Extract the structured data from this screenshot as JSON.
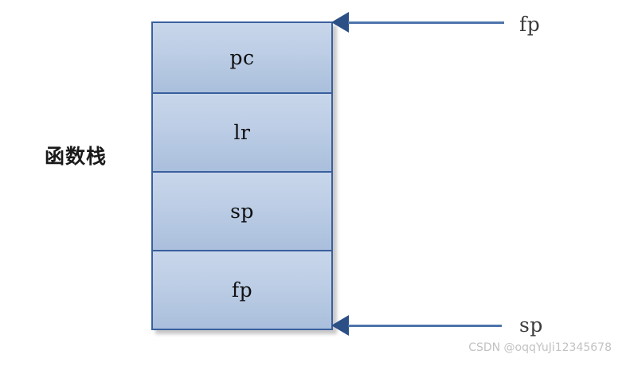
{
  "diagram": {
    "title_label": "函数栈",
    "stack": {
      "cells": [
        {
          "label": "pc"
        },
        {
          "label": "lr"
        },
        {
          "label": "sp"
        },
        {
          "label": "fp"
        }
      ]
    },
    "pointers": [
      {
        "name": "frame-pointer",
        "label": "fp",
        "direction": "left",
        "target": "top-of-stack"
      },
      {
        "name": "stack-pointer",
        "label": "sp",
        "direction": "left",
        "target": "bottom-of-stack"
      }
    ]
  },
  "watermark": {
    "text": "CSDN @oqqYuJi12345678"
  },
  "colors": {
    "cell_fill_top": "#c8d6ea",
    "cell_fill_bottom": "#aabfdc",
    "cell_border": "#3a5f9e",
    "arrow_head": "#2c4f86",
    "arrow_line": "#4d74ab",
    "label_text": "#3c3c3c",
    "watermark_text": "#c2c2c2"
  }
}
